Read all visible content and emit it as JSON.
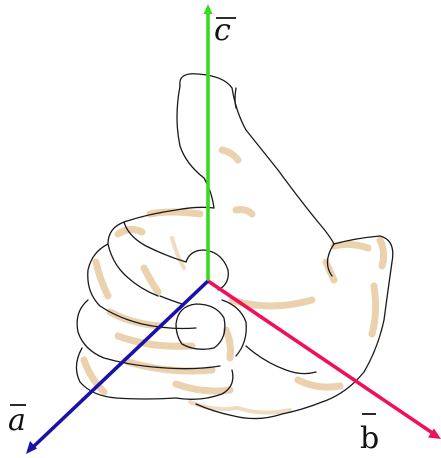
{
  "diagram": {
    "vectors": [
      {
        "id": "a",
        "label": "a",
        "color": "#1a12a8"
      },
      {
        "id": "b",
        "label": "b",
        "color": "#f0105a"
      },
      {
        "id": "c",
        "label": "c",
        "color": "#33dd1a"
      }
    ],
    "hand_colors": {
      "outline": "#1a1a1a",
      "shade": "#e7c9a0"
    }
  }
}
